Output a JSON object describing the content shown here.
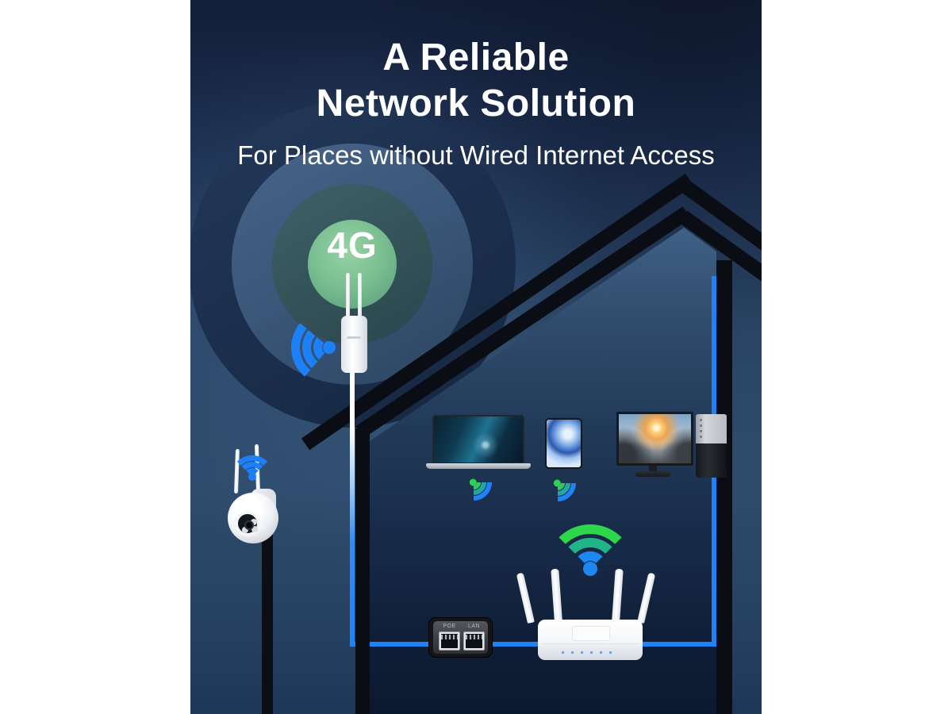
{
  "header": {
    "title_line1": "A Reliable",
    "title_line2": "Network Solution",
    "subtitle": "For Places without Wired Internet Access"
  },
  "outdoor_unit": {
    "label": "4G"
  },
  "poe_injector": {
    "poe_label": "POE",
    "lan_label": "LAN"
  },
  "colors": {
    "page_margin": "#ffffff",
    "wifi_blue": "#1e80f8",
    "wifi_green": "#2ed64b",
    "cable_blue": "#1f82f7",
    "coverage_green": "#7cc092",
    "structure_black": "#0a0d13",
    "text_white": "#ffffff"
  },
  "icons": {
    "antenna_signal": "wifi-left-icon",
    "camera_signal": "wifi-up-icon",
    "laptop_signal": "wifi-diagonal-icon",
    "tablet_signal": "wifi-diagonal-icon",
    "router_signal": "wifi-green-blue-icon"
  }
}
